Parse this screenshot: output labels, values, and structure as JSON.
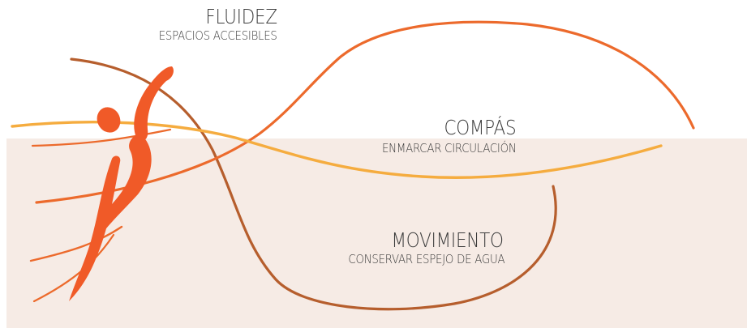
{
  "labels": {
    "fluidez": {
      "title": "FLUIDEZ",
      "subtitle": "ESPACIOS ACCESIBLES"
    },
    "compas": {
      "title": "COMPÁS",
      "subtitle": "ENMARCAR CIRCULACIÓN"
    },
    "movimiento": {
      "title": "MOVIMIENTO",
      "subtitle": "CONSERVAR ESPEJO DE AGUA"
    }
  },
  "colors": {
    "background": "#ffffff",
    "panel": "#f6ebe5",
    "text": "#3c3c3c",
    "figure_orange": "#f05a28",
    "orange_curve": "#ec6a2c",
    "yellow_curve": "#f5ac3f",
    "brown_curve": "#b65e2d"
  },
  "icons": {
    "figure": "dancer-figure-icon"
  }
}
